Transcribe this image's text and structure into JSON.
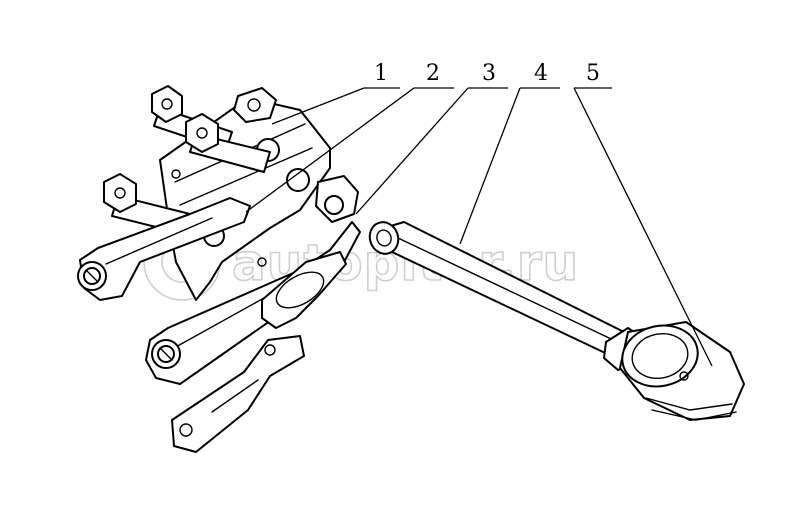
{
  "callouts": [
    {
      "label": "1"
    },
    {
      "label": "2"
    },
    {
      "label": "3"
    },
    {
      "label": "4"
    },
    {
      "label": "5"
    }
  ],
  "watermark": {
    "text": "autopiter.ru"
  }
}
